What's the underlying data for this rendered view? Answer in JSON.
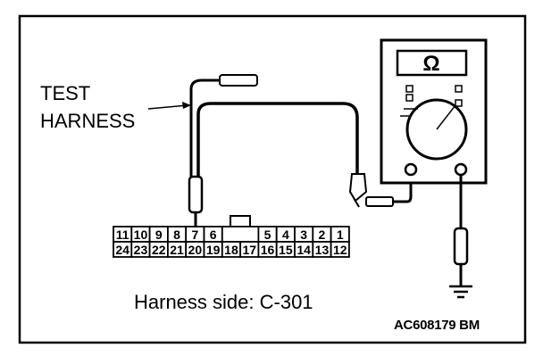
{
  "labels": {
    "test": "TEST",
    "harness": "HARNESS",
    "caption": "Harness side: C-301",
    "figure_id": "AC608179 BM"
  },
  "meter": {
    "symbol": "Ω",
    "icon": "ohmmeter-icon"
  },
  "connector": {
    "top_row": [
      "11",
      "10",
      "9",
      "8",
      "7",
      "6",
      "",
      "5",
      "4",
      "3",
      "2",
      "1"
    ],
    "bottom_row": [
      "24",
      "23",
      "22",
      "21",
      "20",
      "19",
      "18",
      "17",
      "16",
      "15",
      "14",
      "13",
      "12"
    ]
  },
  "ground": {
    "icon": "ground-icon"
  }
}
